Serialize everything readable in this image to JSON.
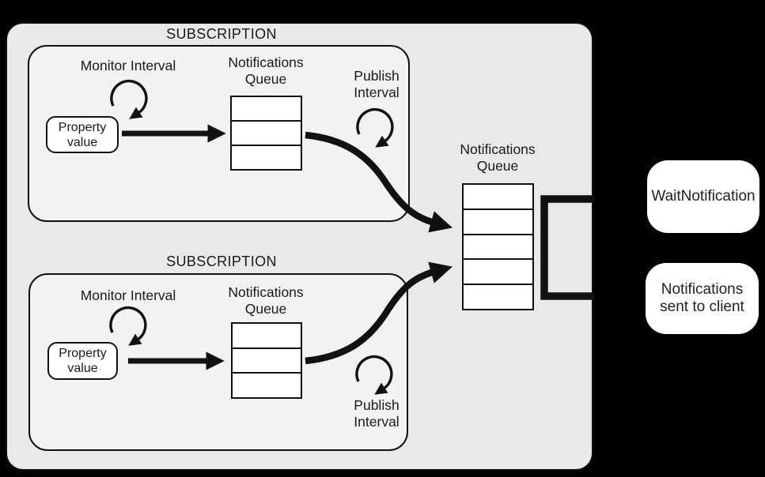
{
  "session": {
    "subscription_top": {
      "title": "SUBSCRIPTION",
      "monitor_interval_label": "Monitor Interval",
      "property_box": {
        "line1": "Property",
        "line2": "value"
      },
      "queue": {
        "title_line1": "Notifications",
        "title_line2": "Queue",
        "cells": 3
      },
      "publish_interval": {
        "line1": "Publish",
        "line2": "Interval"
      }
    },
    "subscription_bottom": {
      "title": "SUBSCRIPTION",
      "monitor_interval_label": "Monitor Interval",
      "property_box": {
        "line1": "Property",
        "line2": "value"
      },
      "queue": {
        "title_line1": "Notifications",
        "title_line2": "Queue",
        "cells": 3
      },
      "publish_interval": {
        "line1": "Publish",
        "line2": "Interval"
      }
    },
    "session_queue": {
      "title_line1": "Notifications",
      "title_line2": "Queue",
      "cells": 5
    }
  },
  "client": {
    "wait_notification_label": "WaitNotification",
    "notifications_sent": {
      "line1": "Notifications",
      "line2": "sent to client"
    }
  },
  "colors": {
    "background": "#000000",
    "session_fill": "#e8e9ea",
    "subscription_fill": "#f2f2f3",
    "box_fill": "#ffffff",
    "line": "#111111"
  }
}
